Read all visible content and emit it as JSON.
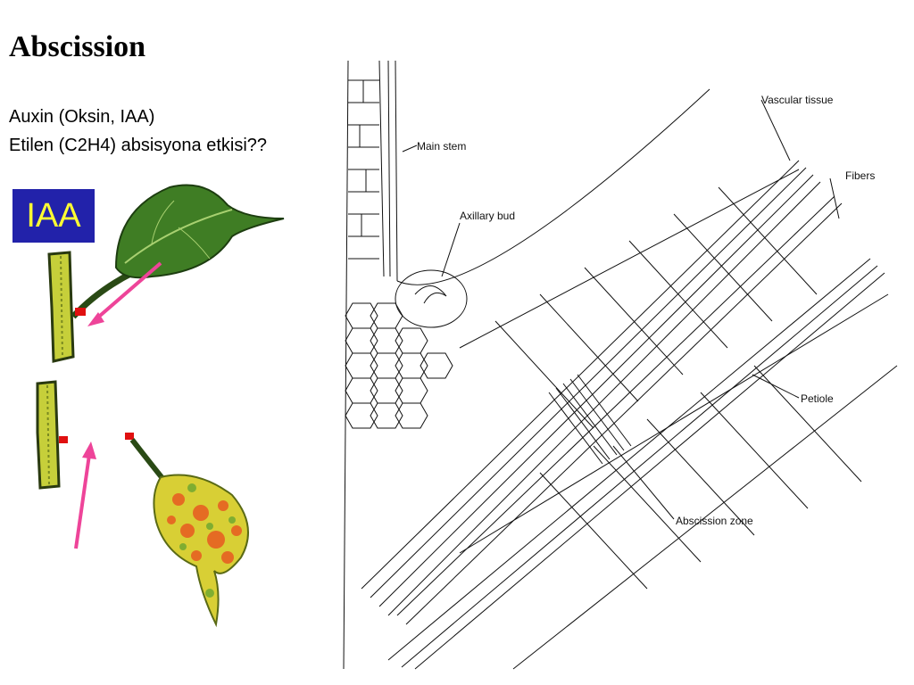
{
  "slide": {
    "title": "Abscission",
    "line1": "Auxin (Oksin, IAA)",
    "line2": "Etilen (C2H4) absisyona etkisi??",
    "badge": "IAA"
  },
  "diagram": {
    "labels": {
      "vascular_tissue": "Vascular tissue",
      "main_stem": "Main stem",
      "fibers": "Fibers",
      "axillary_bud": "Axillary bud",
      "petiole": "Petiole",
      "abscission_zone": "Abscission zone"
    }
  },
  "colors": {
    "badge_bg": "#2222aa",
    "badge_text": "#ffff33",
    "arrow": "#ee4499",
    "leaf_green": "#3f7d24",
    "stem_yellow": "#c6cf3a",
    "abscission_red": "#e01010"
  }
}
